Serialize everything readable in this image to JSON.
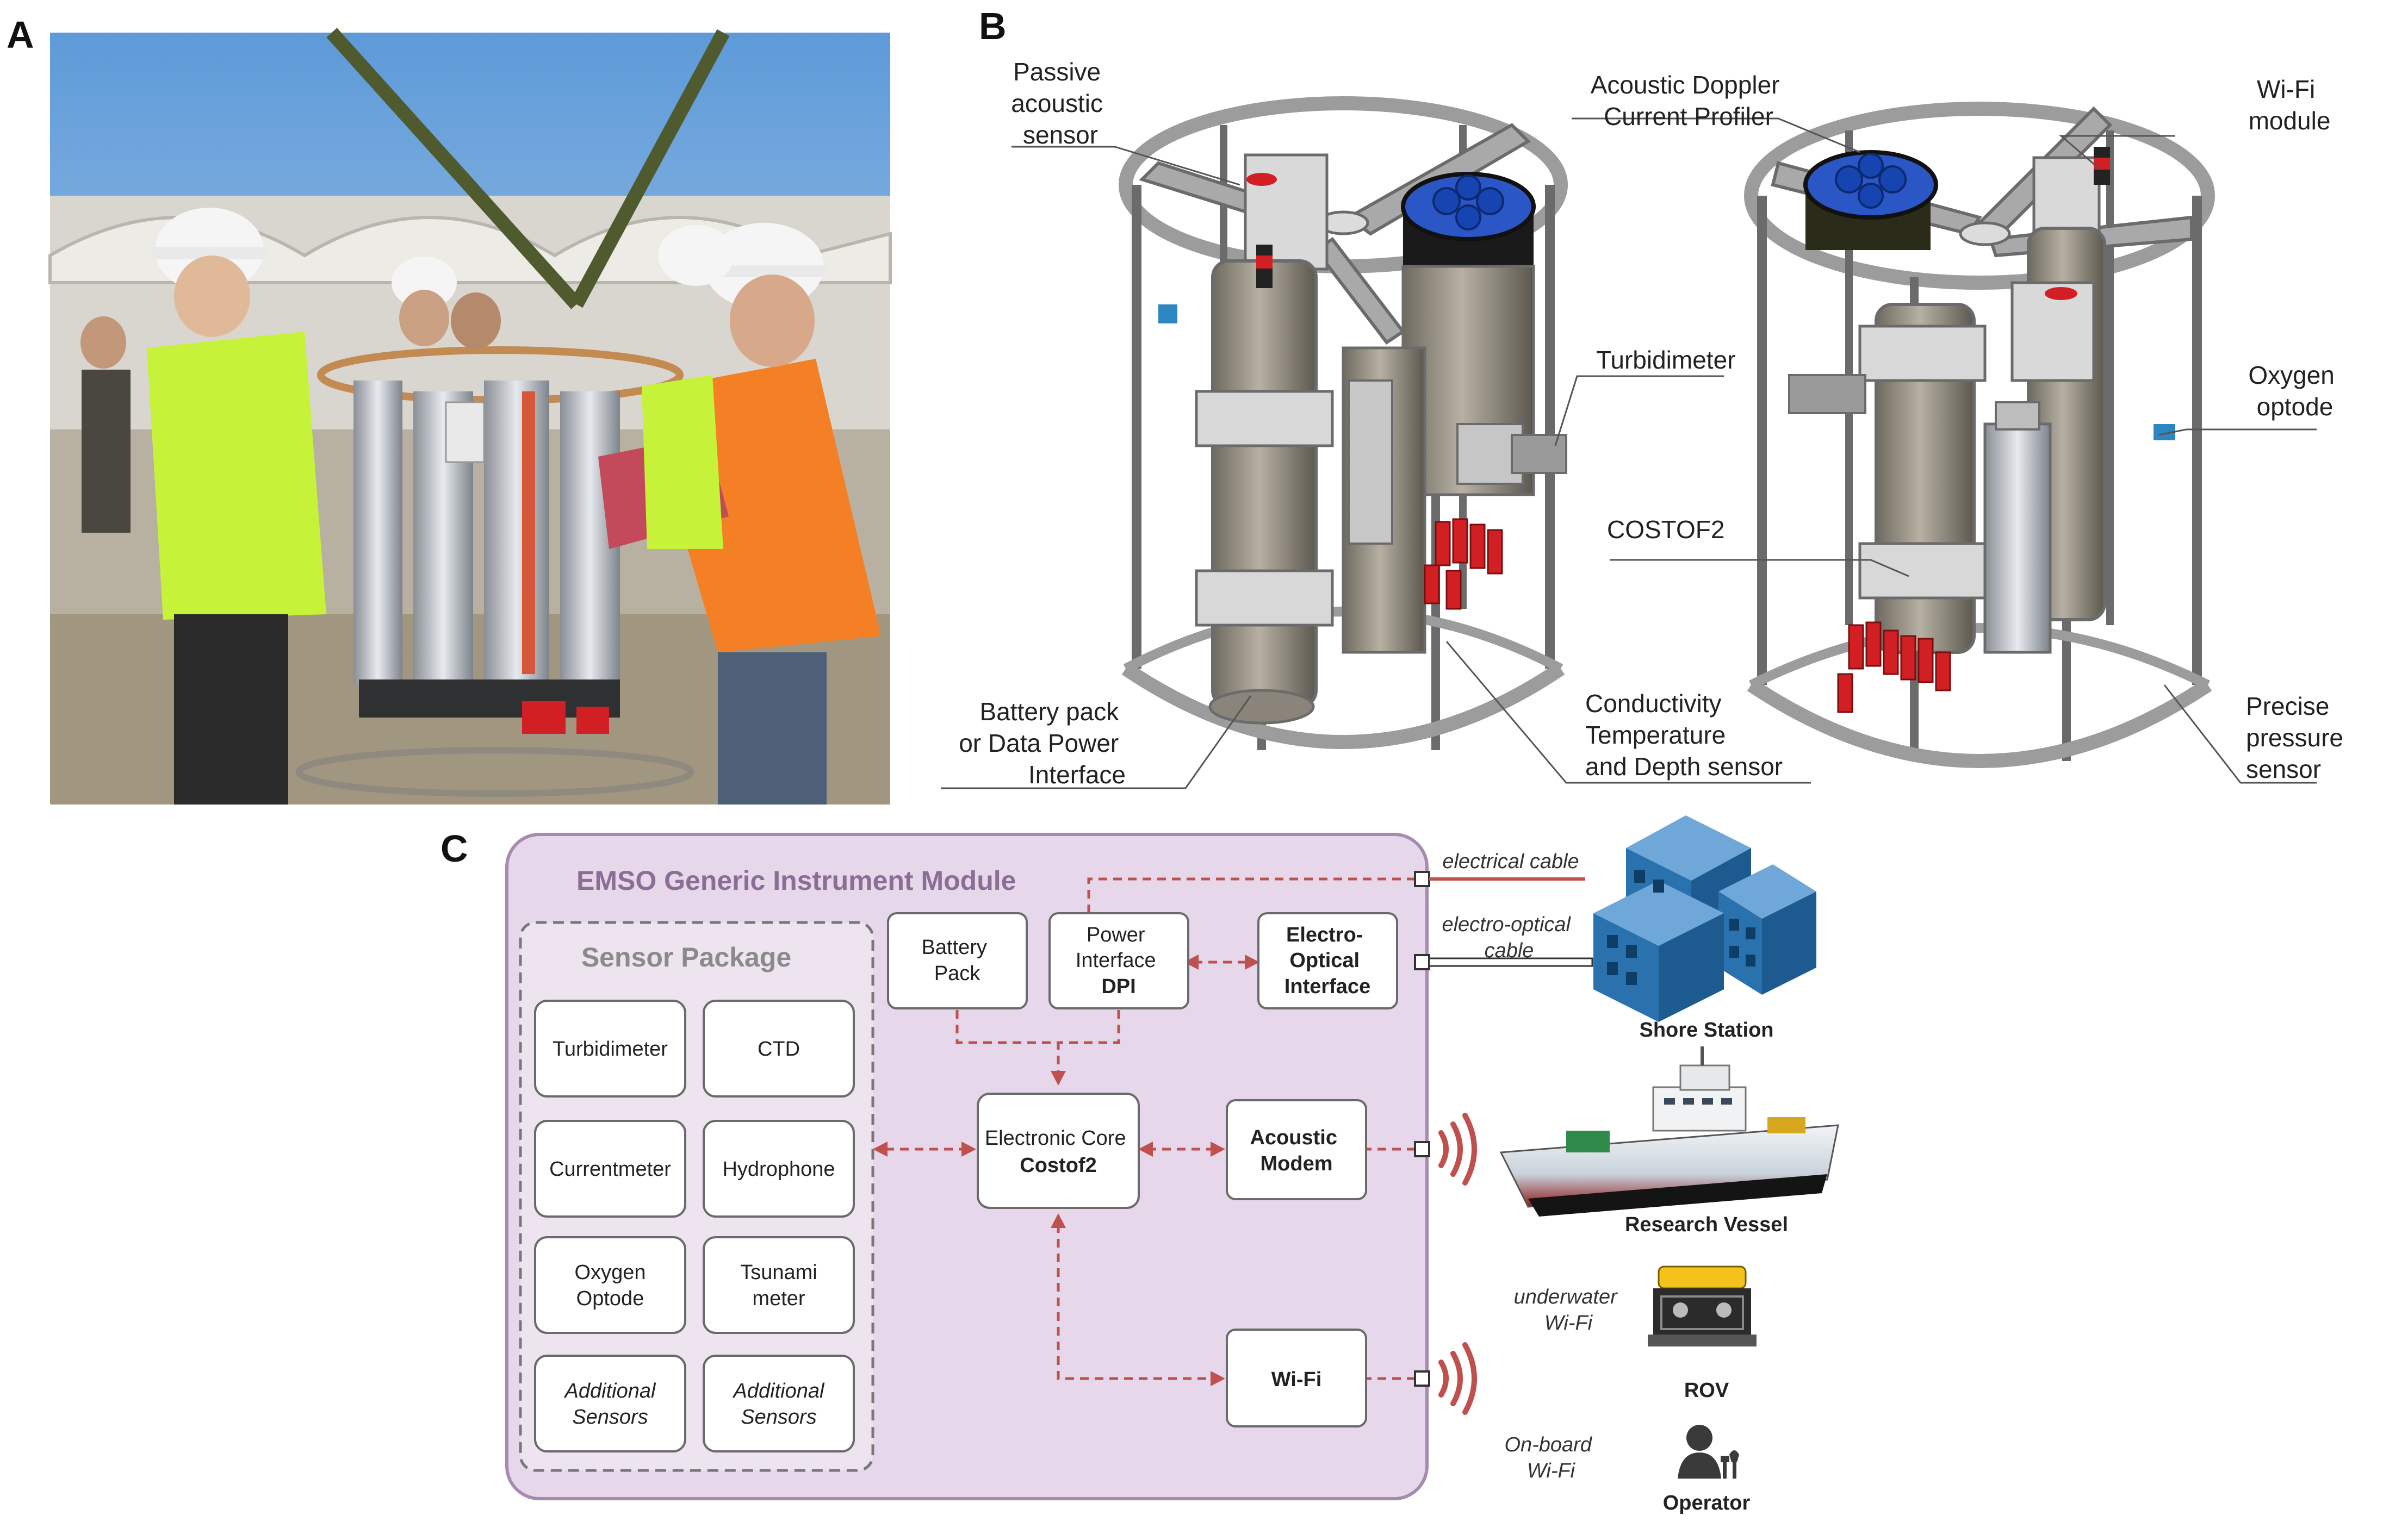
{
  "panels": {
    "a": "A",
    "b": "B",
    "c": "C"
  },
  "cad": {
    "passive_acoustic_sensor": [
      "Passive",
      "acoustic",
      "sensor"
    ],
    "adcp": [
      "Acoustic Doppler",
      "Current Profiler"
    ],
    "wifi_module": [
      "Wi-Fi",
      "module"
    ],
    "turbidimeter": [
      "Turbidimeter"
    ],
    "oxygen_optode": [
      "Oxygen",
      "optode"
    ],
    "costof2": [
      "COSTOF2"
    ],
    "battery_pack": [
      "Battery pack",
      "or Data Power",
      "Interface"
    ],
    "ctd": [
      "Conductivity",
      "Temperature",
      "and Depth sensor"
    ],
    "pressure_sensor": [
      "Precise",
      "pressure",
      "sensor"
    ]
  },
  "module": {
    "title": "EMSO Generic Instrument Module",
    "sensor_package": {
      "title": "Sensor Package",
      "sensors": [
        [
          "Turbidimeter"
        ],
        [
          "CTD"
        ],
        [
          "Currentmeter"
        ],
        [
          "Hydrophone"
        ],
        [
          "Oxygen",
          "Optode"
        ],
        [
          "Tsunami",
          "meter"
        ],
        [
          "Additional",
          "Sensors"
        ],
        [
          "Additional",
          "Sensors"
        ]
      ]
    },
    "battery": [
      "Battery",
      "Pack"
    ],
    "power": [
      "Power",
      "Interface"
    ],
    "power_bold": "DPI",
    "eoi": [
      "Electro-",
      "Optical",
      "Interface"
    ],
    "core": "Electronic Core",
    "core_bold": "Costof2",
    "acoustic_modem": [
      "Acoustic",
      "Modem"
    ],
    "wifi": "Wi-Fi"
  },
  "cables": {
    "electrical": "electrical cable",
    "electro_optical": [
      "electro-optical",
      "cable"
    ]
  },
  "externals": {
    "shore_station": "Shore Station",
    "research_vessel": "Research Vessel",
    "underwater_wifi": [
      "underwater",
      "Wi-Fi"
    ],
    "rov": "ROV",
    "onboard_wifi": [
      "On-board",
      "Wi-Fi"
    ],
    "operator": "Operator"
  },
  "colors": {
    "module_fill": "#e6d7ea",
    "module_stroke": "#a68bb0",
    "module_title": "#8a6e96",
    "link": "#c0504d",
    "building": "#2a72ad",
    "box_stroke": "#6a6a6a"
  }
}
